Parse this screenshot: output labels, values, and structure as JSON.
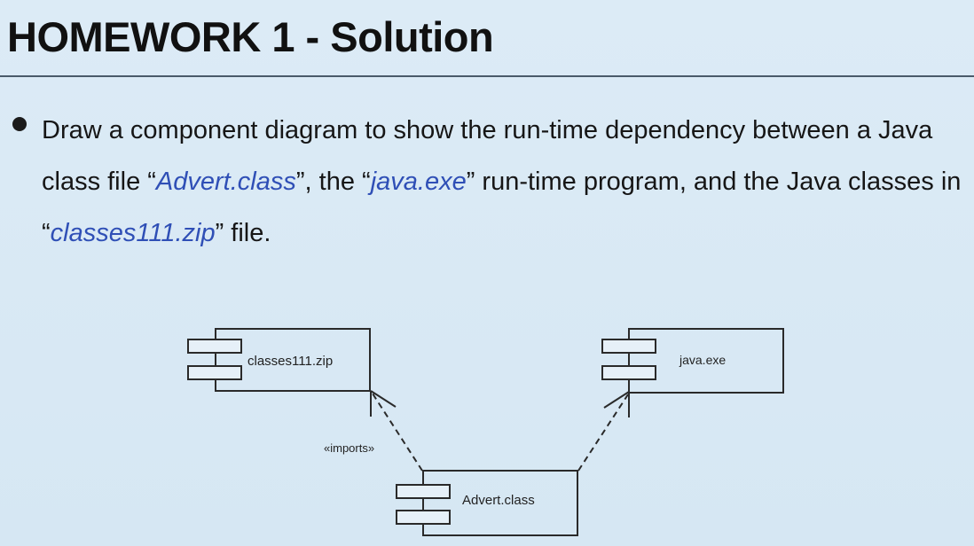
{
  "slide": {
    "title": "HOMEWORK 1 - Solution",
    "bullet": {
      "part1": "Draw a component diagram to show the run-time dependency between a Java class file “",
      "file1": "Advert.class",
      "part2": "”, the “",
      "file2": "java.exe",
      "part3": "” run-time program, and the Java classes in “",
      "file3": "classes111.zip",
      "part4": "” file."
    }
  },
  "diagram": {
    "components": {
      "classes": "classes111.zip",
      "java": "java.exe",
      "advert": "Advert.class"
    },
    "dependency_label": "«imports»"
  },
  "colors": {
    "background": "#dbeaf5",
    "highlight": "#2f4fb6",
    "text": "#161616"
  }
}
